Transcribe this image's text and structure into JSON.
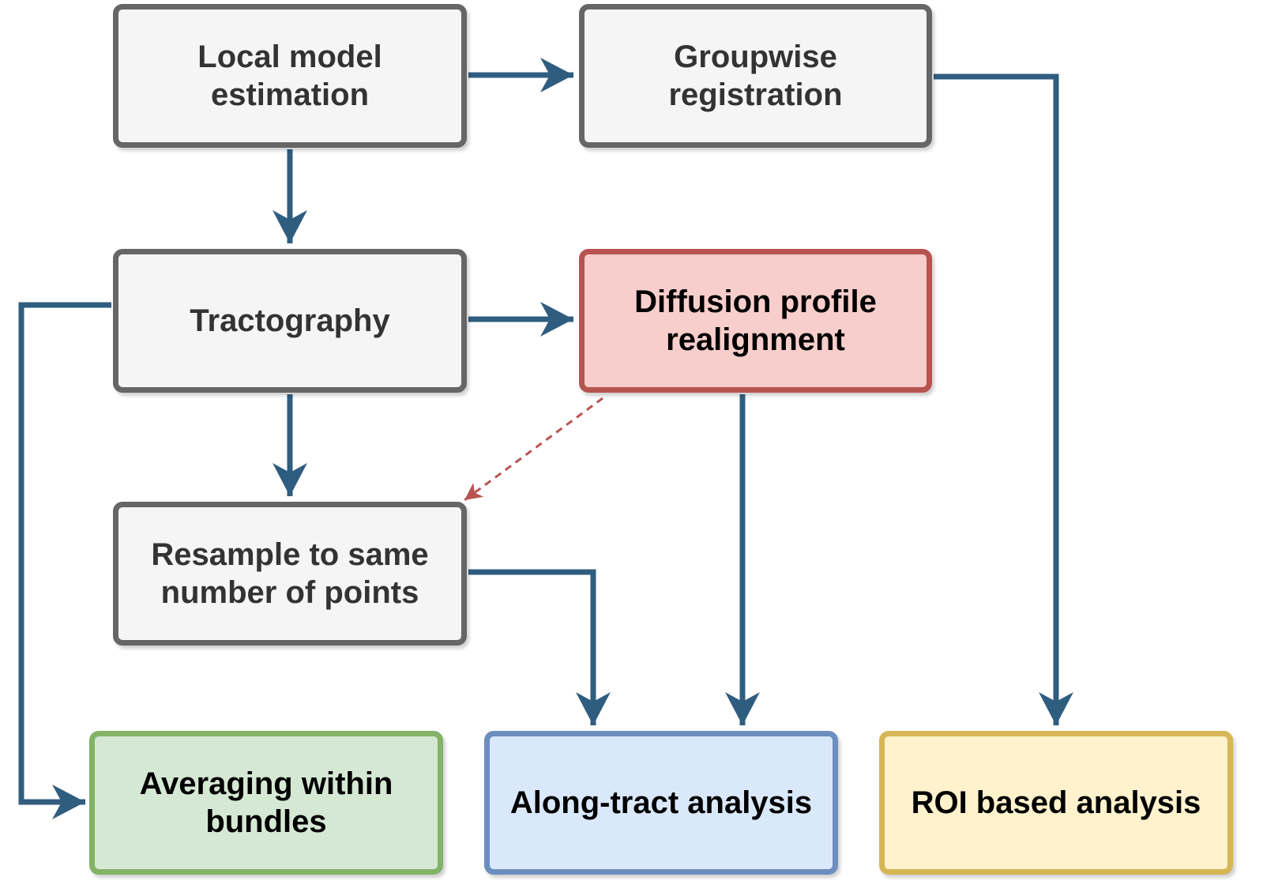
{
  "colors": {
    "edge": "#2f5d7f",
    "dashed_edge": "#b85450",
    "gray_border": "#666666",
    "gray_fill": "#f5f5f5",
    "red_border": "#b85450",
    "red_fill": "#f8cecc",
    "green_border": "#82b366",
    "green_fill": "#d5e8d4",
    "blue_border": "#6c8ebf",
    "blue_fill": "#dae8fc",
    "yellow_border": "#d6b656",
    "yellow_fill": "#fff2cc"
  },
  "nodes": {
    "local_model": {
      "label": "Local model\nestimation"
    },
    "groupwise": {
      "label": "Groupwise\nregistration"
    },
    "tractography": {
      "label": "Tractography"
    },
    "diffusion": {
      "label": "Diffusion profile\nrealignment"
    },
    "resample": {
      "label": "Resample to same\nnumber of points"
    },
    "averaging": {
      "label": "Averaging within\nbundles"
    },
    "along_tract": {
      "label": "Along-tract analysis"
    },
    "roi": {
      "label": "ROI based analysis"
    }
  },
  "edges": [
    {
      "from": "local_model",
      "to": "groupwise",
      "style": "solid"
    },
    {
      "from": "local_model",
      "to": "tractography",
      "style": "solid"
    },
    {
      "from": "groupwise",
      "to": "roi",
      "style": "solid"
    },
    {
      "from": "tractography",
      "to": "diffusion",
      "style": "solid"
    },
    {
      "from": "tractography",
      "to": "resample",
      "style": "solid"
    },
    {
      "from": "tractography",
      "to": "averaging",
      "style": "solid"
    },
    {
      "from": "diffusion",
      "to": "along_tract",
      "style": "solid"
    },
    {
      "from": "diffusion",
      "to": "resample",
      "style": "dashed"
    },
    {
      "from": "resample",
      "to": "along_tract",
      "style": "solid"
    }
  ]
}
